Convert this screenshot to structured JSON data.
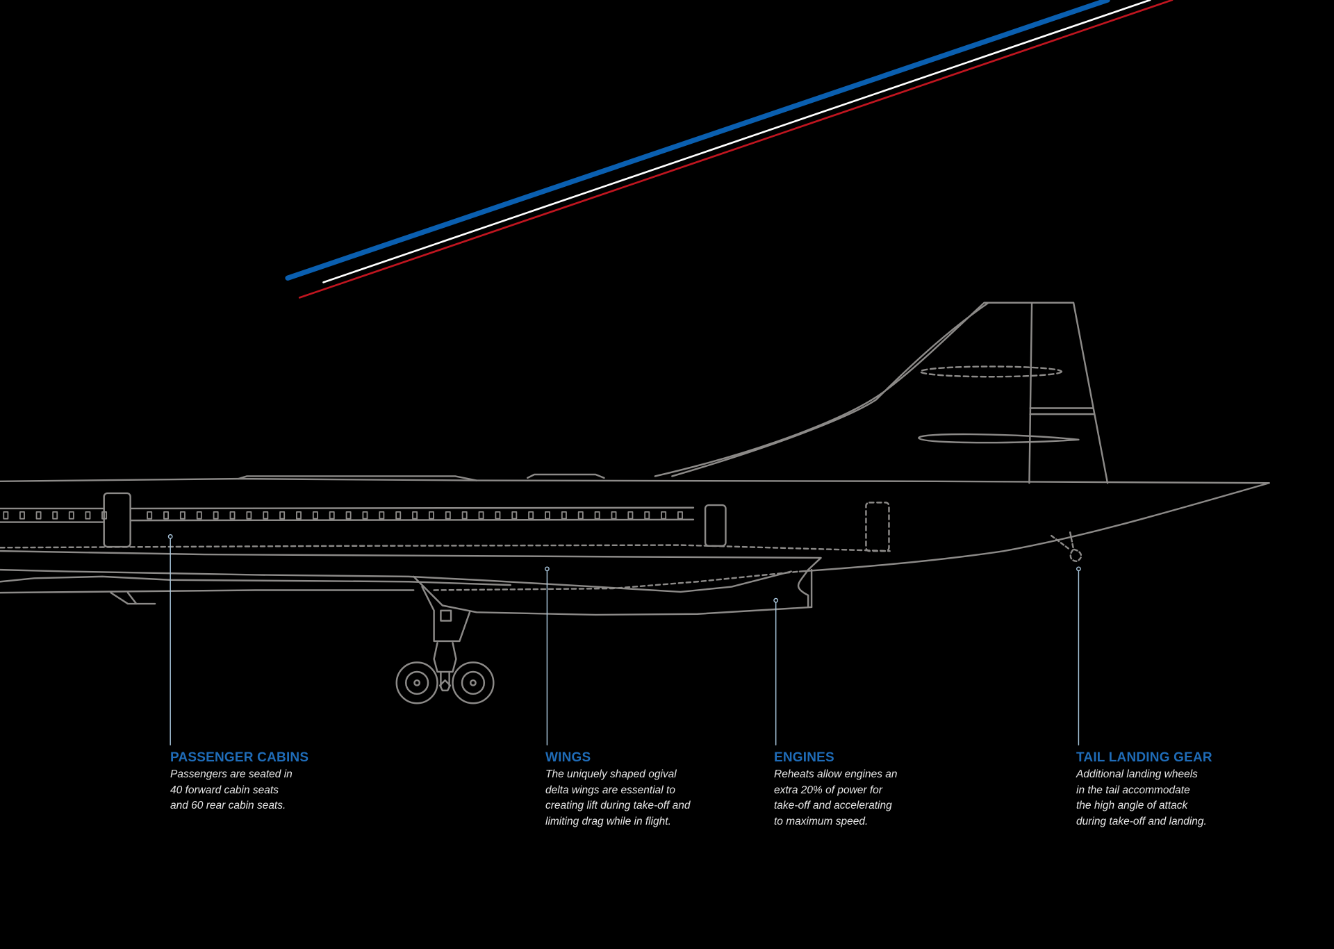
{
  "colors": {
    "background": "#000000",
    "outline": "#8c8a88",
    "label": "#1f6cb8",
    "leader": "#a9c6dc",
    "stripe_blue": "#0a5fb0",
    "stripe_white": "#ffffff",
    "stripe_red": "#c0151f"
  },
  "callouts": [
    {
      "title": "PASSENGER CABINS",
      "lines": [
        "Passengers are seated in",
        "40 forward cabin seats",
        "and 60 rear cabin seats."
      ]
    },
    {
      "title": "WINGS",
      "lines": [
        "The uniquely shaped ogival",
        "delta wings are essential to",
        "creating lift during take-off and",
        "limiting drag while in flight."
      ]
    },
    {
      "title": "ENGINES",
      "lines": [
        "Reheats allow engines an",
        "extra 20% of power for",
        "take-off and accelerating",
        "to maximum speed."
      ]
    },
    {
      "title": "TAIL LANDING GEAR",
      "lines": [
        "Additional landing wheels",
        "in the tail accommodate",
        "the high angle of attack",
        "during take-off and landing."
      ]
    }
  ]
}
